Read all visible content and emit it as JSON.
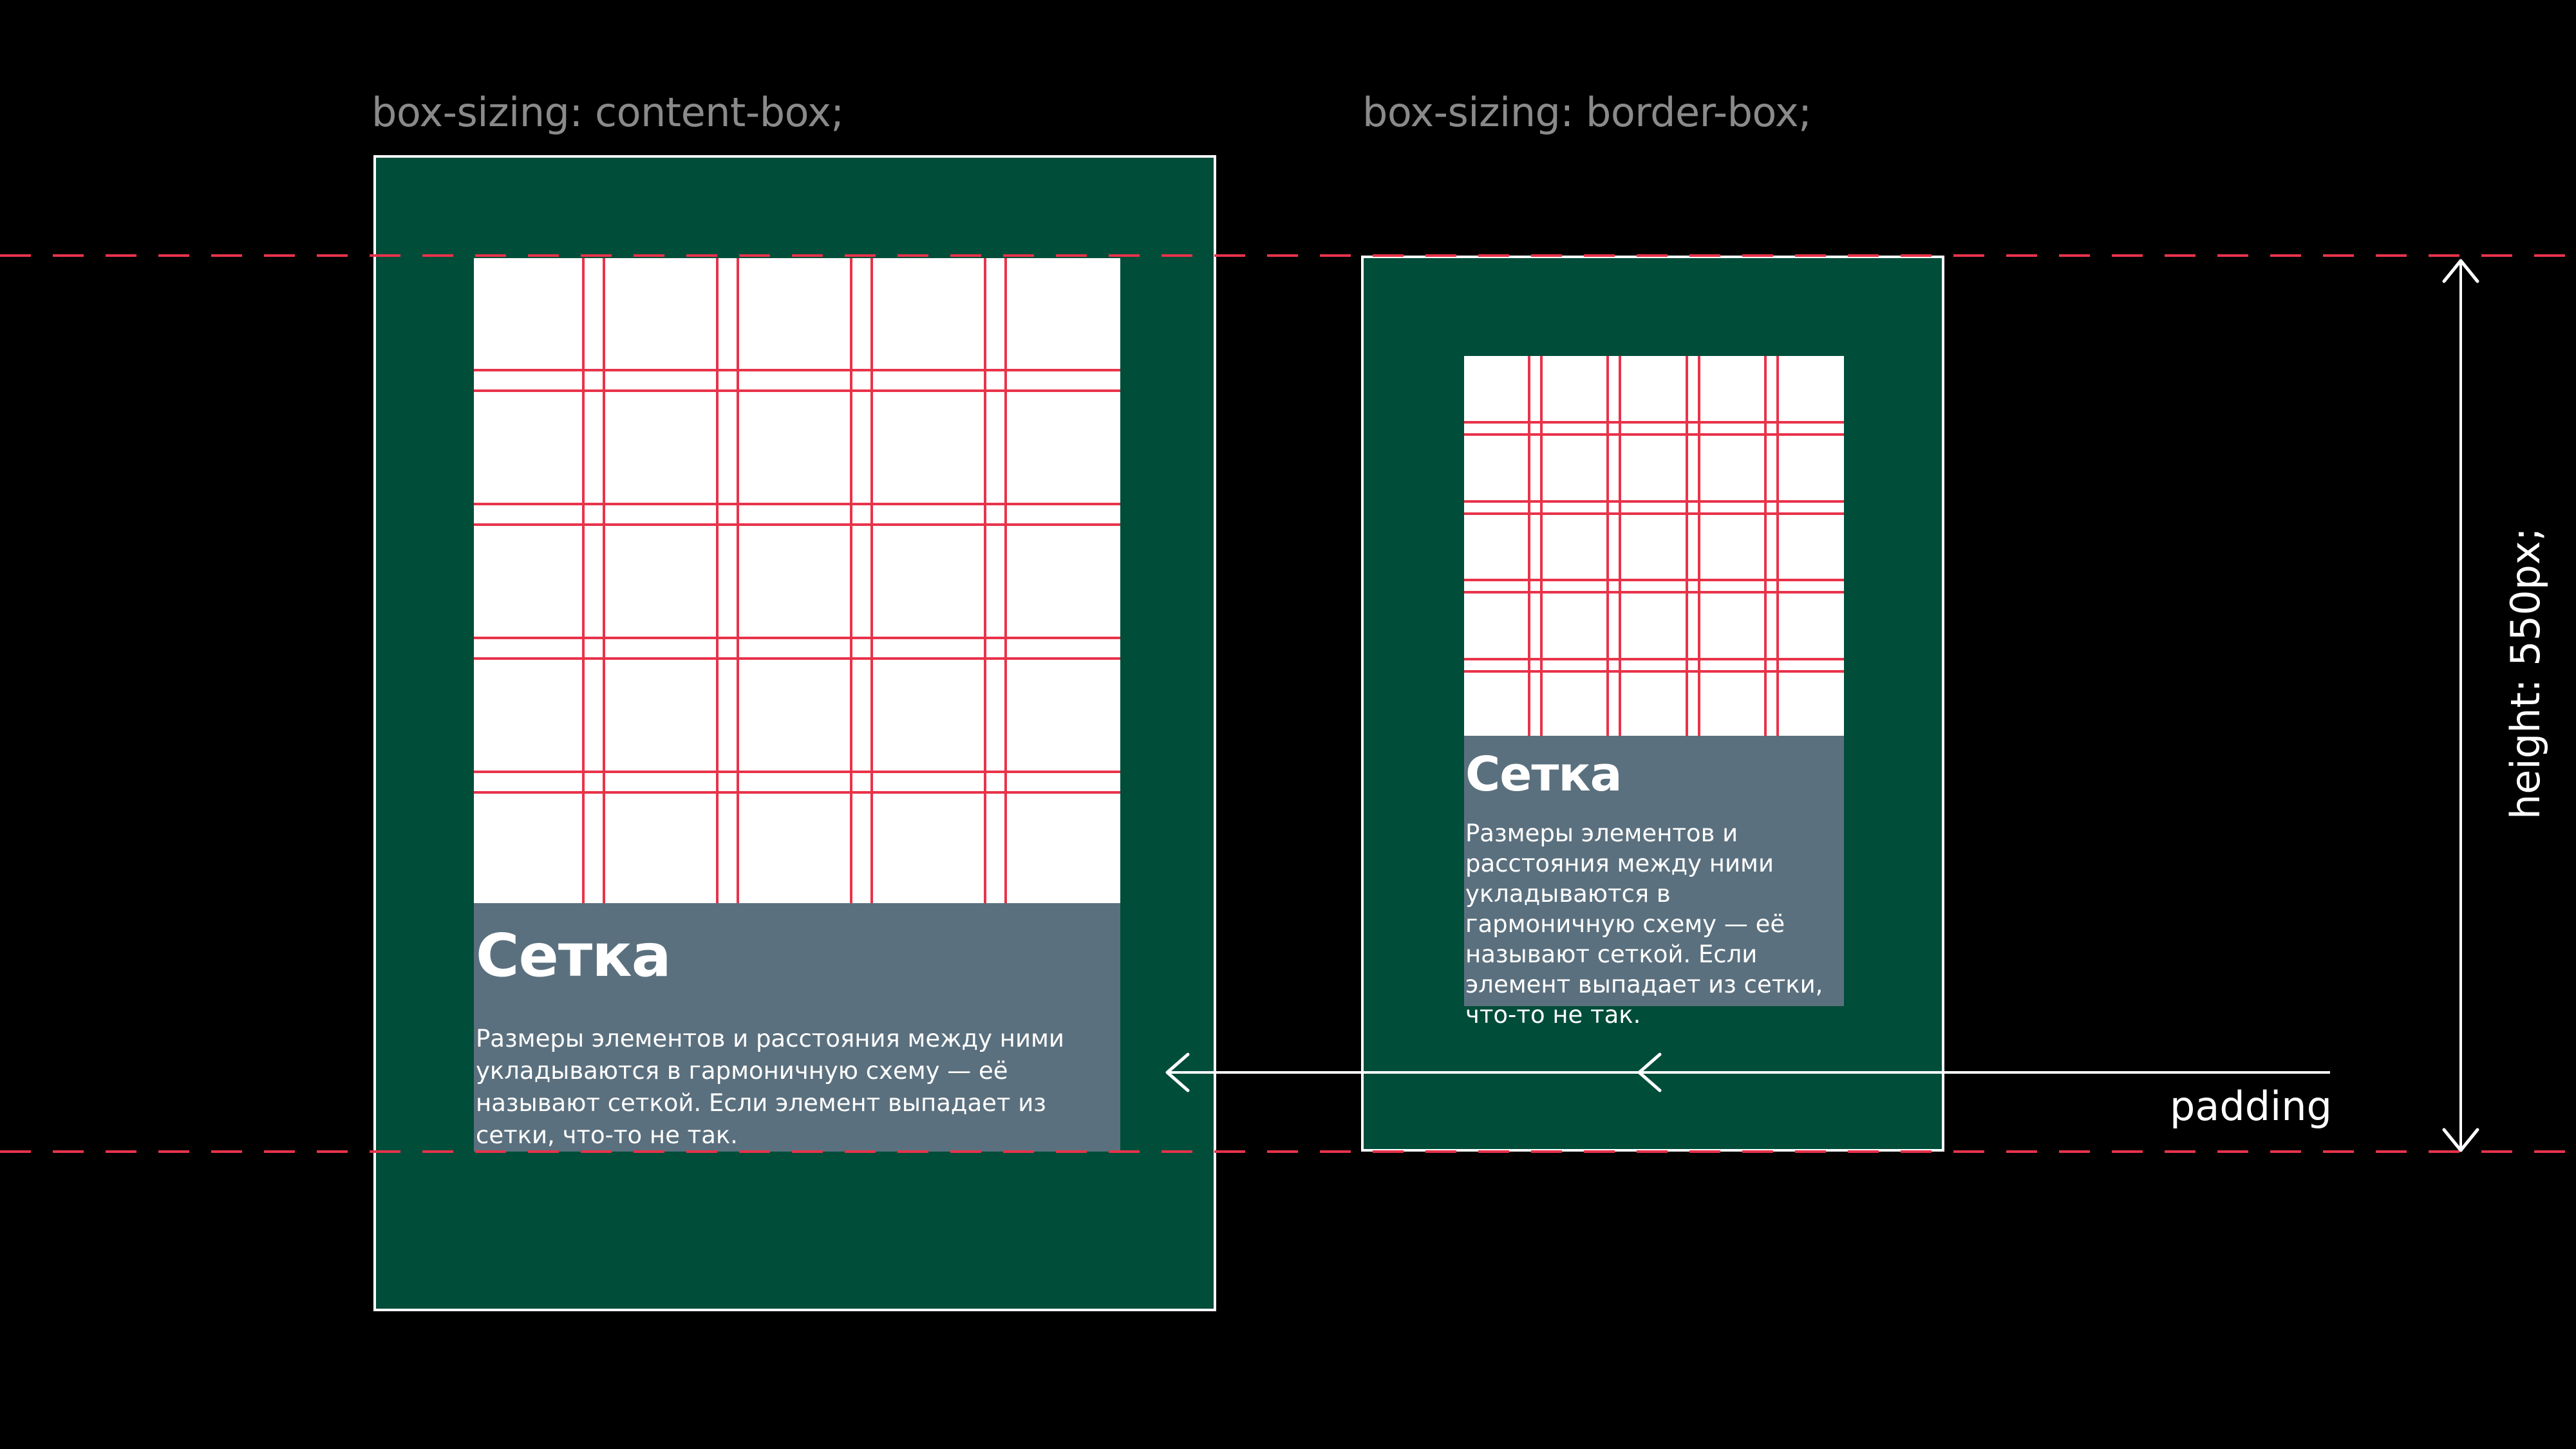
{
  "diagram": {
    "left_caption": "box-sizing: content-box;",
    "right_caption": "box-sizing: border-box;",
    "padding_label": "padding",
    "height_label": "height: 550px;",
    "colors": {
      "background": "#000000",
      "padding_green": "#004d3a",
      "grid_red": "#e8334a",
      "text_panel_gray": "#5b707e",
      "outline_white": "#ffffff",
      "caption_gray": "#8a8a8a"
    },
    "cards": [
      {
        "title": "Сетка",
        "body": "Размеры элементов и расстояния между ними укладываются в гармоничную схему — её называют сеткой. Если элемент выпадает из сетки, что-то не так."
      },
      {
        "title": "Сетка",
        "body": "Размеры элементов и расстояния между ними укладываются в гармоничную схему — её называют сеткой. Если элемент выпадает из сетки, что-то не так."
      }
    ]
  }
}
